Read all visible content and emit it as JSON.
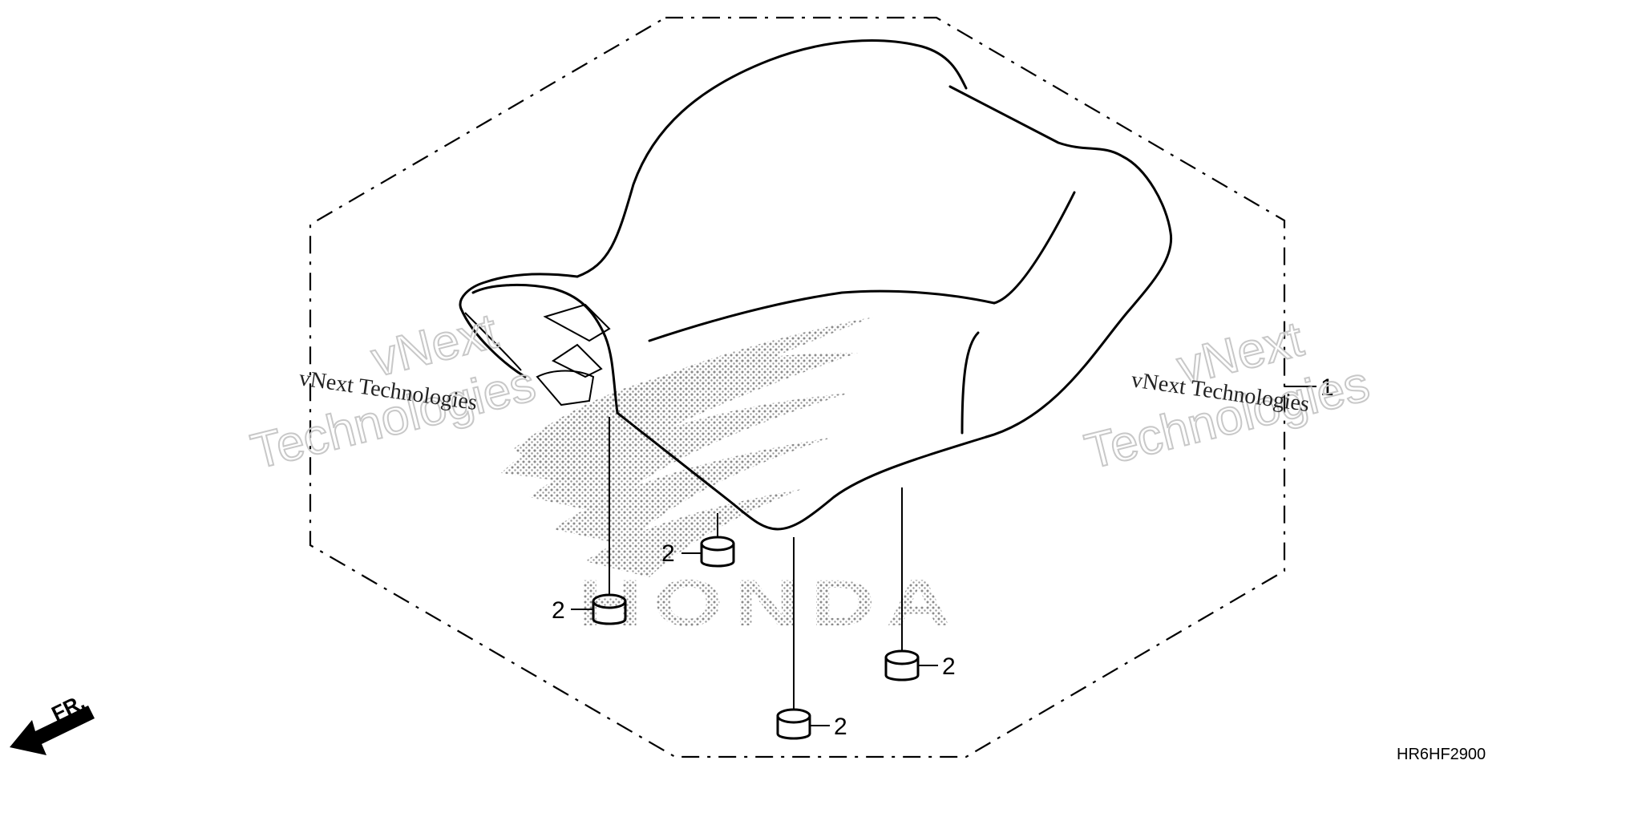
{
  "diagram": {
    "part_code": "HR6HF2900",
    "front_label": "FR.",
    "callouts": [
      {
        "id": "seat",
        "label": "1"
      },
      {
        "id": "cushion-rear-left",
        "label": "2"
      },
      {
        "id": "cushion-front-left",
        "label": "2"
      },
      {
        "id": "cushion-center",
        "label": "2"
      },
      {
        "id": "cushion-right",
        "label": "2"
      }
    ]
  },
  "watermark": {
    "left_small": "vNext Technologies",
    "left_big_line1": "vNext",
    "left_big_line2": "Technologies",
    "right_small": "vNext Technologies",
    "right_big_line1": "vNext",
    "right_big_line2": "Technologies",
    "logo_text": "HONDA"
  },
  "colors": {
    "line": "#000000",
    "watermark_dots": "#8a8a8a",
    "watermark_outline": "#c8c8c8"
  }
}
